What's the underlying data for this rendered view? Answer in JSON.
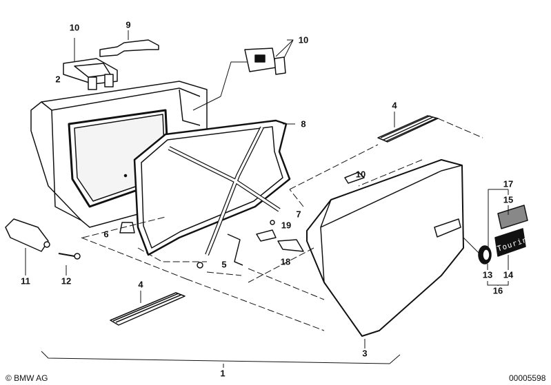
{
  "diagram": {
    "callouts": [
      {
        "id": "label-10-handle",
        "text": "10"
      },
      {
        "id": "label-9",
        "text": "9"
      },
      {
        "id": "label-10-lock",
        "text": "10"
      },
      {
        "id": "label-2",
        "text": "2"
      },
      {
        "id": "label-8",
        "text": "8"
      },
      {
        "id": "label-4-right",
        "text": "4"
      },
      {
        "id": "label-10-lid",
        "text": "10"
      },
      {
        "id": "label-17",
        "text": "17"
      },
      {
        "id": "label-15",
        "text": "15"
      },
      {
        "id": "label-7",
        "text": "7"
      },
      {
        "id": "label-19",
        "text": "19"
      },
      {
        "id": "label-6",
        "text": "6"
      },
      {
        "id": "label-5",
        "text": "5"
      },
      {
        "id": "label-18",
        "text": "18"
      },
      {
        "id": "label-11",
        "text": "11"
      },
      {
        "id": "label-12",
        "text": "12"
      },
      {
        "id": "label-13",
        "text": "13"
      },
      {
        "id": "label-14",
        "text": "14"
      },
      {
        "id": "label-16",
        "text": "16"
      },
      {
        "id": "label-4-left",
        "text": "4"
      },
      {
        "id": "label-3",
        "text": "3"
      },
      {
        "id": "label-1",
        "text": "1"
      }
    ],
    "badge_text": "Touring"
  },
  "footer": {
    "copyright": "© BMW AG",
    "diagram_number": "00005598"
  }
}
